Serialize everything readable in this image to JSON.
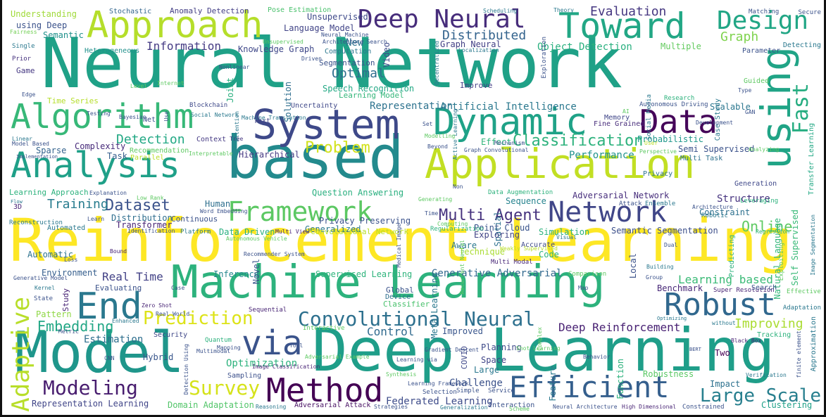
{
  "palette": [
    "#440154",
    "#472d7b",
    "#3b528b",
    "#2c728e",
    "#21918c",
    "#28ae80",
    "#5ec962",
    "#addc30",
    "#fde725"
  ],
  "words": [
    {
      "t": "Neural Network",
      "c": "#1fa187"
    },
    {
      "t": "Reinforcement Learning",
      "c": "#fde725"
    },
    {
      "t": "Deep Learning",
      "c": "#1f9e89"
    },
    {
      "t": "Machine Learning",
      "c": "#2db27d"
    },
    {
      "t": "based",
      "c": "#238a8d"
    },
    {
      "t": "Application",
      "c": "#c2df23"
    },
    {
      "t": "Model",
      "c": "#1f968b"
    },
    {
      "t": "using",
      "c": "#20a486"
    },
    {
      "t": "System",
      "c": "#3e4989"
    },
    {
      "t": "Analysis",
      "c": "#1fa088"
    },
    {
      "t": "Algorithm",
      "c": "#37b878"
    },
    {
      "t": "Dynamic",
      "c": "#1fa287"
    },
    {
      "t": "Approach",
      "c": "#b5de2b"
    },
    {
      "t": "Method",
      "c": "#440154"
    },
    {
      "t": "Toward",
      "c": "#22a785"
    },
    {
      "t": "Data",
      "c": "#450559"
    },
    {
      "t": "Efficient",
      "c": "#355f8d"
    },
    {
      "t": "Robust",
      "c": "#31688e"
    },
    {
      "t": "Network",
      "c": "#404688"
    },
    {
      "t": "Framework",
      "c": "#5cc863"
    },
    {
      "t": "Deep Neural",
      "c": "#472d7b"
    },
    {
      "t": "via",
      "c": "#3a538b"
    },
    {
      "t": "End",
      "c": "#2a788e"
    },
    {
      "t": "Adaptive",
      "c": "#b8de29"
    },
    {
      "t": "Convolutional Neural",
      "c": "#2d708e"
    },
    {
      "t": "Modeling",
      "c": "#481d6f"
    },
    {
      "t": "Design",
      "c": "#21a685"
    },
    {
      "t": "Survey",
      "c": "#d5e21a"
    },
    {
      "t": "Prediction",
      "c": "#dde318"
    },
    {
      "t": "Fast",
      "c": "#26ad81"
    },
    {
      "t": "Classification",
      "c": "#2db27d"
    },
    {
      "t": "Large Scale",
      "c": "#277f8e"
    },
    {
      "t": "Online",
      "c": "#5ec962"
    },
    {
      "t": "Problem",
      "c": "#d2e21b"
    },
    {
      "t": "Dataset",
      "c": "#3b528b"
    },
    {
      "t": "Embedding",
      "c": "#22a785"
    },
    {
      "t": "Multi Agent",
      "c": "#46327e"
    },
    {
      "t": "Detection",
      "c": "#22a884"
    },
    {
      "t": "Evaluation",
      "c": "#453781"
    },
    {
      "t": "Optimal",
      "c": "#2e6e8e"
    },
    {
      "t": "Distributed",
      "c": "#33638d"
    },
    {
      "t": "Deep Reinforcement",
      "c": "#482173"
    },
    {
      "t": "Information",
      "c": "#443a83"
    },
    {
      "t": "Real Time",
      "c": "#424186"
    },
    {
      "t": "Control",
      "c": "#306a8e"
    },
    {
      "t": "Learning based",
      "c": "#3aba76"
    },
    {
      "t": "Improving",
      "c": "#aadc32"
    },
    {
      "t": "Generative Adversarial",
      "c": "#31688e"
    },
    {
      "t": "Graph",
      "c": "#7fd34e"
    },
    {
      "t": "Training",
      "c": "#287c8e"
    },
    {
      "t": "Representation",
      "c": "#2c728e"
    },
    {
      "t": "Optimization",
      "c": "#2db27d"
    },
    {
      "t": "Federated Learning",
      "c": "#3e4c8a"
    },
    {
      "t": "Challenge",
      "c": "#3b528b"
    },
    {
      "t": "Structure",
      "c": "#46337f"
    },
    {
      "t": "Estimation",
      "c": "#2e6f8e"
    },
    {
      "t": "Semantic Segmentation",
      "c": "#3c4f8a"
    },
    {
      "t": "Adversarial Network",
      "c": "#472e7c"
    },
    {
      "t": "Scalable",
      "c": "#2a768e"
    },
    {
      "t": "Sequence",
      "c": "#25838e"
    },
    {
      "t": "Supervised Learning",
      "c": "#2fb47c"
    },
    {
      "t": "Hierarchical",
      "c": "#453882"
    },
    {
      "t": "Object Detection",
      "c": "#2ab07f"
    },
    {
      "t": "Knowledge Graph",
      "c": "#3f4889"
    },
    {
      "t": "Language Model",
      "c": "#414487"
    },
    {
      "t": "Human",
      "c": "#2e6f8e"
    },
    {
      "t": "Performance",
      "c": "#20928c"
    },
    {
      "t": "Interaction",
      "c": "#3b528b"
    },
    {
      "t": "Question Answering",
      "c": "#29af7f"
    },
    {
      "t": "Point Cloud",
      "c": "#3a548c"
    },
    {
      "t": "Representation Learning",
      "c": "#404588"
    },
    {
      "t": "Domain Adaptation",
      "c": "#52c569"
    },
    {
      "t": "Adversarial Attack",
      "c": "#471063"
    },
    {
      "t": "Security",
      "c": "#3f4788"
    },
    {
      "t": "Sampling",
      "c": "#3c508b"
    },
    {
      "t": "Impact",
      "c": "#2c718e"
    },
    {
      "t": "Robustness",
      "c": "#5ac864"
    },
    {
      "t": "Clustering",
      "c": "#1fa088"
    },
    {
      "t": "Inference",
      "c": "#24878e"
    },
    {
      "t": "Hybrid",
      "c": "#39568c"
    },
    {
      "t": "Transformer",
      "c": "#482475"
    },
    {
      "t": "Automatic",
      "c": "#2c728e"
    },
    {
      "t": "Self Supervised",
      "c": "#38b977"
    },
    {
      "t": "Natural Language",
      "c": "#32b67a"
    },
    {
      "t": "Transfer Learning",
      "c": "#22a884"
    },
    {
      "t": "Multiple",
      "c": "#63cb5f"
    },
    {
      "t": "Environment",
      "c": "#355e8d"
    },
    {
      "t": "Benchmark",
      "c": "#482878"
    },
    {
      "t": "Local",
      "c": "#3b528b"
    },
    {
      "t": "Novel",
      "c": "#39568c"
    },
    {
      "t": "Spatial",
      "c": "#2d708e"
    },
    {
      "t": "Simulation",
      "c": "#2db27d"
    },
    {
      "t": "Planning",
      "c": "#3e4a89"
    },
    {
      "t": "Space",
      "c": "#404688"
    },
    {
      "t": "Large",
      "c": "#2a788e"
    },
    {
      "t": "Effect",
      "c": "#31b57b"
    },
    {
      "t": "Task",
      "c": "#355f8d"
    },
    {
      "t": "Sparse",
      "c": "#33628d"
    },
    {
      "t": "Complexity",
      "c": "#472a7a"
    },
    {
      "t": "Context",
      "c": "#443983"
    },
    {
      "t": "Tree",
      "c": "#453581"
    },
    {
      "t": "Text",
      "c": "#414487"
    },
    {
      "t": "Joint",
      "c": "#29af7f"
    },
    {
      "t": "Uncertainty",
      "c": "#3f4889"
    },
    {
      "t": "Solution",
      "c": "#2e6e8e"
    },
    {
      "t": "Speech Recognition",
      "c": "#22a884"
    },
    {
      "t": "Learning Model",
      "c": "#33b67a"
    },
    {
      "t": "Video",
      "c": "#3e4989"
    },
    {
      "t": "New",
      "c": "#2d718e"
    },
    {
      "t": "Computation",
      "c": "#2a778e"
    },
    {
      "t": "Segmentation",
      "c": "#3b528b"
    },
    {
      "t": "Unsupervised",
      "c": "#3e4989"
    },
    {
      "t": "Graph Neural",
      "c": "#423f85"
    },
    {
      "t": "Artificial Intelligence",
      "c": "#2a788e"
    },
    {
      "t": "Improve",
      "c": "#433e85"
    },
    {
      "t": "Exploring",
      "c": "#414487"
    },
    {
      "t": "Improved",
      "c": "#39568c"
    },
    {
      "t": "Aware",
      "c": "#2a788e"
    },
    {
      "t": "Code",
      "c": "#2db27d"
    },
    {
      "t": "Accurate",
      "c": "#3e4989"
    },
    {
      "t": "Technique",
      "c": "#aadc32"
    },
    {
      "t": "Multi Modal",
      "c": "#482878"
    },
    {
      "t": "Memory",
      "c": "#404688"
    },
    {
      "t": "Fine Grained",
      "c": "#472c7a"
    },
    {
      "t": "Probabilistic",
      "c": "#1f988b"
    },
    {
      "t": "Semi Supervised",
      "c": "#3b528b"
    },
    {
      "t": "Multi Task",
      "c": "#2d708e"
    },
    {
      "t": "Privacy",
      "c": "#2c728e"
    },
    {
      "t": "Generation",
      "c": "#3f4889"
    },
    {
      "t": "Constraint",
      "c": "#2d708e"
    },
    {
      "t": "Two",
      "c": "#440154"
    },
    {
      "t": "Function",
      "c": "#2db27d"
    },
    {
      "t": "Feature",
      "c": "#2a788e"
    },
    {
      "t": "Approximation",
      "c": "#2a788e"
    },
    {
      "t": "Study",
      "c": "#482475"
    },
    {
      "t": "Evaluating",
      "c": "#3b528b"
    },
    {
      "t": "Pattern",
      "c": "#8fd744"
    },
    {
      "t": "Global",
      "c": "#3a538b"
    },
    {
      "t": "Device",
      "c": "#2d708e"
    },
    {
      "t": "Classifier",
      "c": "#4ac16d"
    },
    {
      "t": "Meta Learning",
      "c": "#2a788e"
    },
    {
      "t": "COVID",
      "c": "#3f4889"
    },
    {
      "t": "Understanding",
      "c": "#a0da39"
    },
    {
      "t": "using Deep",
      "c": "#3b528b"
    },
    {
      "t": "Semantic",
      "c": "#21918c"
    },
    {
      "t": "Stochastic",
      "c": "#32658e"
    },
    {
      "t": "Anomaly Detection",
      "c": "#433e85"
    },
    {
      "t": "Pose Estimation",
      "c": "#4ac16d"
    },
    {
      "t": "Time Series",
      "c": "#b5de2b"
    },
    {
      "t": "Game",
      "c": "#453882"
    },
    {
      "t": "Heterogeneous",
      "c": "#21918c"
    },
    {
      "t": "Single",
      "c": "#2a788e"
    },
    {
      "t": "Prior",
      "c": "#46327e"
    },
    {
      "t": "Fairness",
      "c": "#73d056"
    },
    {
      "t": "Net",
      "c": "#3b528b"
    },
    {
      "t": "Blockchain",
      "c": "#3e4989"
    },
    {
      "t": "Learning Approach",
      "c": "#2db27d"
    },
    {
      "t": "Distribution",
      "c": "#2e6e8e"
    },
    {
      "t": "Continuous",
      "c": "#3b528b"
    },
    {
      "t": "Data Driven",
      "c": "#29af7f"
    },
    {
      "t": "Generalized",
      "c": "#2a788e"
    },
    {
      "t": "Privacy Preserving",
      "c": "#3b528b"
    },
    {
      "t": "Convolutional Network",
      "c": "#b8de29"
    },
    {
      "t": "Multi View",
      "c": "#482475"
    },
    {
      "t": "Platform",
      "c": "#2a788e"
    },
    {
      "t": "Identification",
      "c": "#3b528b"
    },
    {
      "t": "Automated",
      "c": "#2a788e"
    },
    {
      "t": "Reconstruction",
      "c": "#2a788e"
    },
    {
      "t": "3D",
      "c": "#482475"
    },
    {
      "t": "Flow",
      "c": "#2a788e"
    },
    {
      "t": "Bound",
      "c": "#482475"
    },
    {
      "t": "Loss",
      "c": "#3b528b"
    },
    {
      "t": "Generative Model",
      "c": "#3b528b"
    },
    {
      "t": "Kernel",
      "c": "#2a788e"
    },
    {
      "t": "State",
      "c": "#3b528b"
    },
    {
      "t": "Zero Shot",
      "c": "#482475"
    },
    {
      "t": "Real World",
      "c": "#3b528b"
    },
    {
      "t": "Enhanced",
      "c": "#2a788e"
    },
    {
      "t": "CNN",
      "c": "#3b528b"
    },
    {
      "t": "Quantum",
      "c": "#2db27d"
    },
    {
      "t": "Mapping",
      "c": "#3b528b"
    },
    {
      "t": "Tool",
      "c": "#3b528b"
    },
    {
      "t": "Interactive",
      "c": "#5ec962"
    },
    {
      "t": "Sequential",
      "c": "#482475"
    },
    {
      "t": "Image Classification",
      "c": "#482475"
    },
    {
      "t": "Reasoning",
      "c": "#2a788e"
    },
    {
      "t": "Generalization",
      "c": "#2a788e"
    },
    {
      "t": "Selection",
      "c": "#3b528b"
    },
    {
      "t": "Simple",
      "c": "#3b528b"
    },
    {
      "t": "Service",
      "c": "#3b528b"
    },
    {
      "t": "Neural Architecture",
      "c": "#3b528b"
    },
    {
      "t": "High Dimensional",
      "c": "#482475"
    },
    {
      "t": "Constrained",
      "c": "#3b528b"
    },
    {
      "t": "Comparison",
      "c": "#5ec962"
    },
    {
      "t": "Super Resolution",
      "c": "#482475"
    },
    {
      "t": "Effective",
      "c": "#5ec962"
    },
    {
      "t": "Search",
      "c": "#3b528b"
    },
    {
      "t": "Adaptation",
      "c": "#2a788e"
    },
    {
      "t": "Tracking",
      "c": "#2db27d"
    },
    {
      "t": "Verification",
      "c": "#2a788e"
    },
    {
      "t": "Black Box",
      "c": "#482475"
    },
    {
      "t": "BERT",
      "c": "#3b528b"
    },
    {
      "t": "without",
      "c": "#2a788e"
    },
    {
      "t": "Optimizing",
      "c": "#2a788e"
    },
    {
      "t": "Regularization",
      "c": "#2db27d"
    },
    {
      "t": "Regression",
      "c": "#2db27d"
    },
    {
      "t": "Predicting",
      "c": "#2db27d"
    },
    {
      "t": "Exploiting",
      "c": "#5ec962"
    },
    {
      "t": "Image Segmentation",
      "c": "#2a788e"
    },
    {
      "t": "Robotic",
      "c": "#2a788e"
    },
    {
      "t": "Leveraging",
      "c": "#2db27d"
    },
    {
      "t": "Ensemble",
      "c": "#2a788e"
    },
    {
      "t": "Attack",
      "c": "#3b528b"
    },
    {
      "t": "Architecture",
      "c": "#3b528b"
    },
    {
      "t": "Data Augmentation",
      "c": "#2db27d"
    },
    {
      "t": "Visual",
      "c": "#2a788e"
    },
    {
      "t": "Building",
      "c": "#2a788e"
    },
    {
      "t": "Group",
      "c": "#3b528b"
    },
    {
      "t": "Map",
      "c": "#3b528b"
    },
    {
      "t": "Dual",
      "c": "#3b528b"
    },
    {
      "t": "Secure",
      "c": "#3b528b"
    },
    {
      "t": "Detecting",
      "c": "#2a788e"
    },
    {
      "t": "Matching",
      "c": "#3b528b"
    },
    {
      "t": "Parameter",
      "c": "#3b528b"
    },
    {
      "t": "Guided",
      "c": "#5ec962"
    },
    {
      "t": "Type",
      "c": "#3b528b"
    },
    {
      "t": "Research",
      "c": "#2db27d"
    },
    {
      "t": "Case Study",
      "c": "#2a788e"
    },
    {
      "t": "Social Media",
      "c": "#2a788e"
    },
    {
      "t": "Autonomous Driving",
      "c": "#3b528b"
    },
    {
      "t": "Exploration",
      "c": "#3b528b"
    },
    {
      "t": "Theory",
      "c": "#2a788e"
    },
    {
      "t": "Scheduling",
      "c": "#2a788e"
    },
    {
      "t": "Localization",
      "c": "#2a788e"
    },
    {
      "t": "Active Learning",
      "c": "#2a788e"
    },
    {
      "t": "Decentralized",
      "c": "#2a788e"
    },
    {
      "t": "Unsupervised ",
      "c": "#5ec962"
    },
    {
      "t": "Neural Machine",
      "c": "#3b528b"
    },
    {
      "t": "Architecture Search",
      "c": "#3b528b"
    },
    {
      "t": "Driven",
      "c": "#3b528b"
    },
    {
      "t": "Nonlinear",
      "c": "#3b528b"
    },
    {
      "t": "Level",
      "c": "#5ec962"
    },
    {
      "t": "Internet",
      "c": "#5ec962"
    },
    {
      "t": "Use",
      "c": "#3b528b"
    },
    {
      "t": "Social Network",
      "c": "#2a788e"
    },
    {
      "t": "Attention",
      "c": "#2a788e"
    },
    {
      "t": "Machine Translation",
      "c": "#2a788e"
    },
    {
      "t": "Bayesian",
      "c": "#3b528b"
    },
    {
      "t": "Testing",
      "c": "#3b528b"
    },
    {
      "t": "Edge",
      "c": "#3b528b"
    },
    {
      "t": "Linear",
      "c": "#2a788e"
    },
    {
      "t": "Model Based",
      "c": "#3b528b"
    },
    {
      "t": "Implementation",
      "c": "#3b528b"
    },
    {
      "t": "Recommendation",
      "c": "#5ec962"
    },
    {
      "t": "Parallel",
      "c": "#b8de29"
    },
    {
      "t": "Interpretable",
      "c": "#5ec962"
    },
    {
      "t": "Explanation",
      "c": "#3b528b"
    },
    {
      "t": "Low Rank",
      "c": "#5ec962"
    },
    {
      "t": "Word Embedding",
      "c": "#3b528b"
    },
    {
      "t": "Learn",
      "c": "#3b528b"
    },
    {
      "t": "Set",
      "c": "#3b528b"
    },
    {
      "t": "Modelling",
      "c": "#5ec962"
    },
    {
      "t": "Beyond",
      "c": "#3b528b"
    },
    {
      "t": "Graph Convolutional",
      "c": "#3b528b"
    },
    {
      "t": "Mechanism",
      "c": "#3b528b"
    },
    {
      "t": "User",
      "c": "#b8de29"
    },
    {
      "t": "Perspective",
      "c": "#5ec962"
    },
    {
      "t": "Analyzing",
      "c": "#5ec962"
    },
    {
      "t": "Development",
      "c": "#3b528b"
    },
    {
      "t": "GAN",
      "c": "#3b528b"
    },
    {
      "t": "AI",
      "c": "#5ec962"
    },
    {
      "t": "Generating",
      "c": "#5ec962"
    },
    {
      "t": "Time",
      "c": "#3b528b"
    },
    {
      "t": "Computing",
      "c": "#5ec962"
    },
    {
      "t": "Non",
      "c": "#3b528b"
    },
    {
      "t": "Medical Image",
      "c": "#3b528b"
    },
    {
      "t": "Autonomous Vehicle",
      "c": "#5ec962"
    },
    {
      "t": "Recommender System",
      "c": "#3b528b"
    },
    {
      "t": "Multimodal",
      "c": "#3b528b"
    },
    {
      "t": "Detection Using",
      "c": "#3b528b"
    },
    {
      "t": "Learning via",
      "c": "#3b528b"
    },
    {
      "t": "Gradient Descent",
      "c": "#3b528b"
    },
    {
      "t": "Learning Framework",
      "c": "#3b528b"
    },
    {
      "t": "Synthesis",
      "c": "#5ec962"
    },
    {
      "t": "Strategies",
      "c": "#3b528b"
    },
    {
      "t": "Behavior",
      "c": "#3b528b"
    },
    {
      "t": "Complex",
      "c": "#5ec962"
    },
    {
      "t": "Weakly Supervised",
      "c": "#b8de29"
    },
    {
      "t": "Recurrent Neural",
      "c": "#5ec962"
    },
    {
      "t": "finite element",
      "c": "#3b528b"
    },
    {
      "t": "Metric",
      "c": "#3b528b"
    },
    {
      "t": "Case",
      "c": "#3b528b"
    },
    {
      "t": "Adversarial Example",
      "c": "#5ec962"
    },
    {
      "t": "Shot Learning",
      "c": "#5ec962"
    },
    {
      "t": "Scheme",
      "c": "#5ec962"
    },
    {
      "t": "Cross",
      "c": "#5ec962"
    },
    {
      "t": "General",
      "c": "#3b528b"
    },
    {
      "t": "Trust",
      "c": "#5ec962"
    }
  ]
}
